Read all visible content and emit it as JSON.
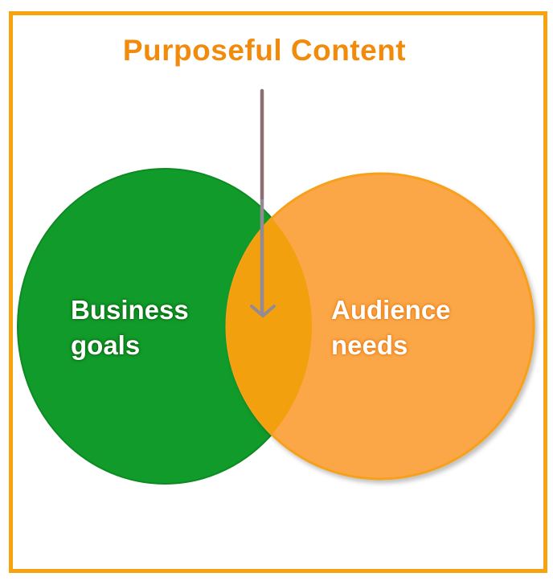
{
  "diagram": {
    "type": "venn",
    "title": "Purposeful Content",
    "sets": [
      {
        "id": "business",
        "label_lines": [
          "Business",
          "goals"
        ],
        "color": "#119b2a"
      },
      {
        "id": "audience",
        "label_lines": [
          "Audience",
          "needs"
        ],
        "color": "#fba746"
      }
    ],
    "overlap": {
      "color": "#f2a00d",
      "annotation": "Purposeful Content"
    },
    "arrow": {
      "from": "title",
      "to": "overlap",
      "color": "#8b6f72"
    },
    "frame_color": "#f7a20f",
    "title_color": "#f28b0c"
  }
}
